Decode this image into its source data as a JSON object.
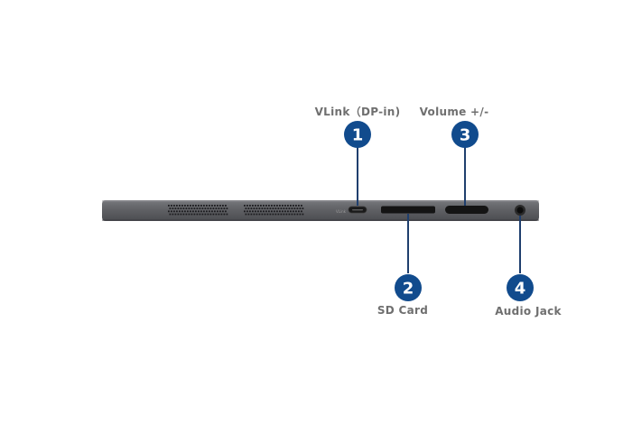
{
  "colors": {
    "badge": "#114b8d",
    "leader_line": "#1f3f6e",
    "device_body": "#5f6064",
    "device_edge": "#4a4b4f",
    "label_text": "#6f6f6f",
    "port_black": "#141414"
  },
  "device": {
    "name_icon": "tablet-side-profile",
    "port_marking": "VLink"
  },
  "ports": [
    {
      "number": "1",
      "label": "VLink（DP-in)"
    },
    {
      "number": "2",
      "label": "SD Card"
    },
    {
      "number": "3",
      "label": "Volume +/-"
    },
    {
      "number": "4",
      "label": "Audio Jack"
    }
  ]
}
